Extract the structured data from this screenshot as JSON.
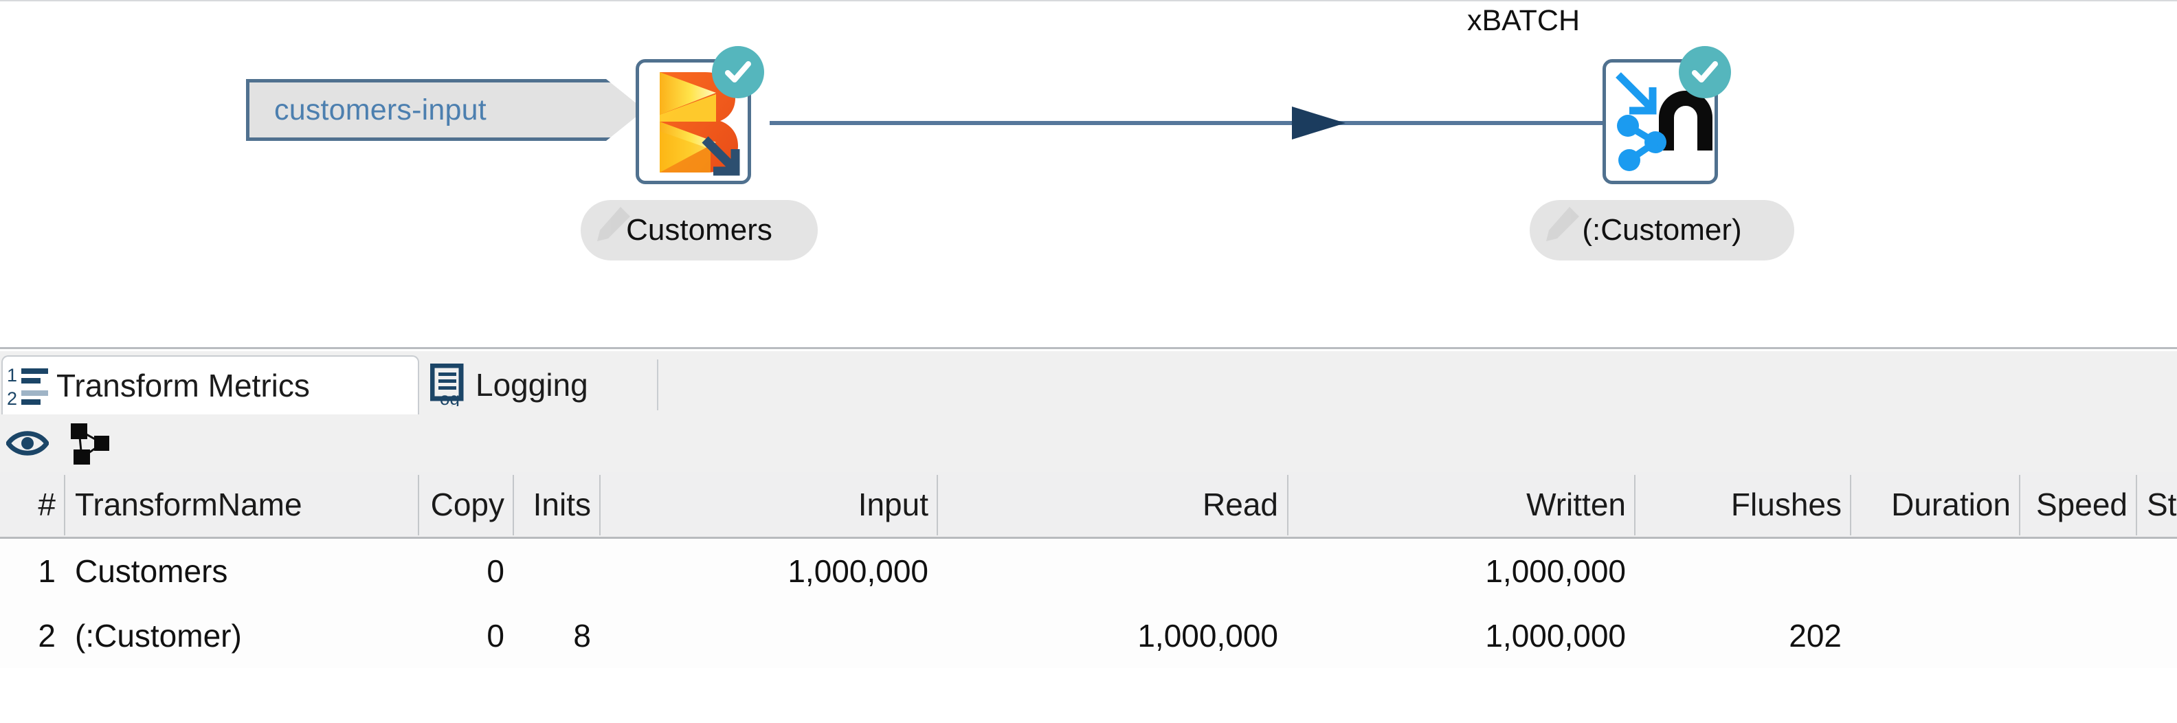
{
  "canvas": {
    "input_node": {
      "label": "customers-input",
      "icon": "input-hexagon"
    },
    "transforms": [
      {
        "id": "customers",
        "pill_label": "Customers",
        "caption": "",
        "icon": "beam-b-logo-icon",
        "status_icon": "check-circle-icon",
        "status_color": "#55b6bd"
      },
      {
        "id": "customer-output",
        "pill_label": "(:Customer)",
        "caption": "xBATCH",
        "icon": "neo4j-graph-output-icon",
        "status_icon": "check-circle-icon",
        "status_color": "#55b6bd"
      }
    ],
    "hop": {
      "icon": "arrow-right-icon",
      "color": "#56779b"
    }
  },
  "tabs": [
    {
      "id": "transform-metrics",
      "label": "Transform Metrics",
      "icon": "numbered-list-icon",
      "active": true
    },
    {
      "id": "logging",
      "label": "Logging",
      "icon": "log-document-icon",
      "active": false
    }
  ],
  "toolbar": [
    {
      "id": "preview",
      "icon": "eye-icon",
      "color": "#1b4567"
    },
    {
      "id": "show-graph",
      "icon": "graph-nodes-icon",
      "color": "#111111"
    }
  ],
  "table": {
    "columns": [
      {
        "key": "num",
        "label": "#",
        "align": "right"
      },
      {
        "key": "name",
        "label": "TransformName",
        "align": "left"
      },
      {
        "key": "copy",
        "label": "Copy",
        "align": "right"
      },
      {
        "key": "inits",
        "label": "Inits",
        "align": "right"
      },
      {
        "key": "input",
        "label": "Input",
        "align": "right"
      },
      {
        "key": "read",
        "label": "Read",
        "align": "right"
      },
      {
        "key": "written",
        "label": "Written",
        "align": "right"
      },
      {
        "key": "flushes",
        "label": "Flushes",
        "align": "right"
      },
      {
        "key": "duration",
        "label": "Duration",
        "align": "right"
      },
      {
        "key": "speed",
        "label": "Speed",
        "align": "right"
      },
      {
        "key": "status",
        "label": "Status",
        "align": "left"
      }
    ],
    "rows": [
      {
        "num": "1",
        "name": "Customers",
        "copy": "0",
        "inits": "",
        "input": "1,000,000",
        "read": "",
        "written": "1,000,000",
        "flushes": "",
        "duration": "",
        "speed": "",
        "status": ""
      },
      {
        "num": "2",
        "name": "(:Customer)",
        "copy": "0",
        "inits": "8",
        "input": "",
        "read": "1,000,000",
        "written": "1,000,000",
        "flushes": "202",
        "duration": "",
        "speed": "",
        "status": ""
      }
    ]
  },
  "colors": {
    "hop_line": "#56779b",
    "arrow": "#1b3c5e",
    "node_border": "#50718f",
    "input_fill": "#e2e2e2",
    "input_text": "#4c7faf",
    "pill_fill": "#e4e4e4",
    "badge": "#55b6bd",
    "header_bg": "#efeff0"
  }
}
